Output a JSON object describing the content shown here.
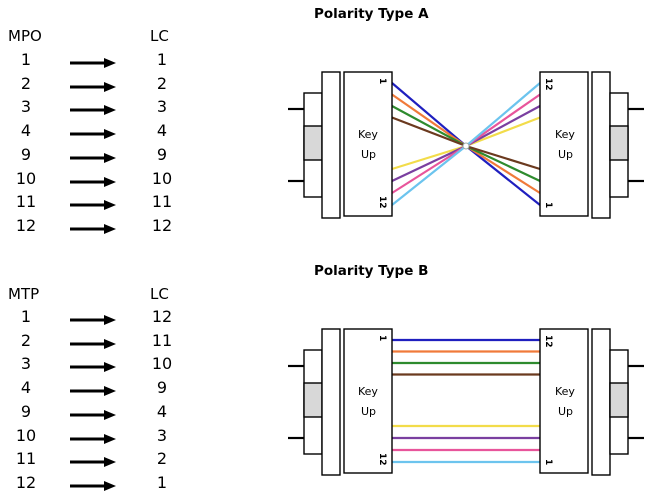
{
  "type_a": {
    "title": "Polarity Type A",
    "left_header": "MPO",
    "right_header": "LC",
    "rows": [
      {
        "from": "1",
        "to": "1"
      },
      {
        "from": "2",
        "to": "2"
      },
      {
        "from": "3",
        "to": "3"
      },
      {
        "from": "4",
        "to": "4"
      },
      {
        "from": "9",
        "to": "9"
      },
      {
        "from": "10",
        "to": "10"
      },
      {
        "from": "11",
        "to": "11"
      },
      {
        "from": "12",
        "to": "12"
      }
    ],
    "connector_label_line1": "Key",
    "connector_label_line2": "Up",
    "left_top_pin": "1",
    "left_bottom_pin": "12",
    "right_top_pin": "12",
    "right_bottom_pin": "1"
  },
  "type_b": {
    "title": "Polarity Type B",
    "left_header": "MTP",
    "right_header": "LC",
    "rows": [
      {
        "from": "1",
        "to": "12"
      },
      {
        "from": "2",
        "to": "11"
      },
      {
        "from": "3",
        "to": "10"
      },
      {
        "from": "4",
        "to": "9"
      },
      {
        "from": "9",
        "to": "4"
      },
      {
        "from": "10",
        "to": "3"
      },
      {
        "from": "11",
        "to": "2"
      },
      {
        "from": "12",
        "to": "1"
      }
    ],
    "connector_label_line1": "Key",
    "connector_label_line2": "Up",
    "left_top_pin": "1",
    "left_bottom_pin": "12",
    "right_top_pin": "12",
    "right_bottom_pin": "1"
  },
  "fiber_colors": [
    "#1f1fbf",
    "#f07a3a",
    "#2e8b2e",
    "#6b3a1f",
    "#f2dc4a",
    "#7a3fa0",
    "#e8559b",
    "#6cc4ee"
  ],
  "arrow_icon": "right-arrow-icon"
}
